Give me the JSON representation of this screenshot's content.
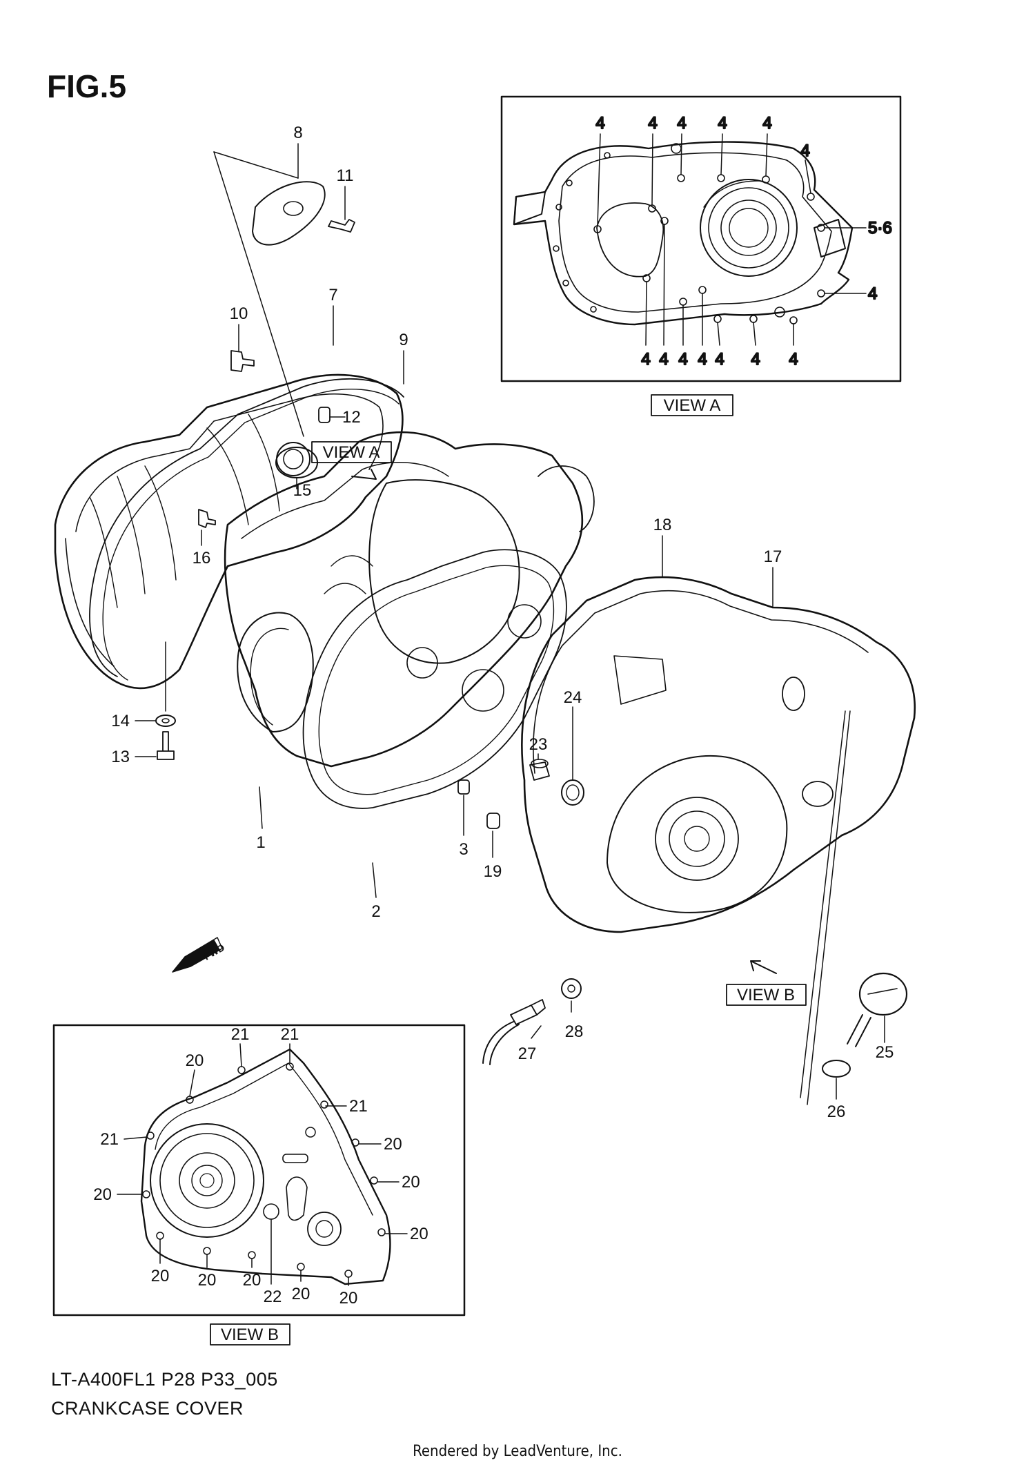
{
  "figure": {
    "title": "FIG.5"
  },
  "footer": {
    "model_code": "LT-A400FL1 P28 P33_005",
    "section_name": "CRANKCASE COVER"
  },
  "credit": "Rendered by LeadVenture, Inc.",
  "view_labels": {
    "main_a": "VIEW A",
    "box_a": "VIEW A",
    "main_b": "VIEW B",
    "box_b": "VIEW B"
  },
  "fwd_label": "FWD",
  "callouts": {
    "n1": "1",
    "n2": "2",
    "n3": "3",
    "n7": "7",
    "n8": "8",
    "n9": "9",
    "n10": "10",
    "n11": "11",
    "n12": "12",
    "n13": "13",
    "n14": "14",
    "n15": "15",
    "n16": "16",
    "n17": "17",
    "n18": "18",
    "n19": "19",
    "n23": "23",
    "n24": "24",
    "n25": "25",
    "n26": "26",
    "n27": "27",
    "n28": "28"
  },
  "view_a_callouts": {
    "top": [
      "4",
      "4",
      "4",
      "4",
      "4",
      "4"
    ],
    "bottom": [
      "4",
      "4",
      "4",
      "4",
      "4",
      "4",
      "4"
    ],
    "right": [
      "5·6",
      "4"
    ]
  },
  "view_b_callouts": {
    "c1": "21",
    "c2": "21",
    "c3": "20",
    "c4": "21",
    "c5": "21",
    "c6": "20",
    "c7": "20",
    "c8": "20",
    "c9": "20",
    "c10": "20",
    "c11": "20",
    "c12": "20",
    "c13": "22",
    "c14": "20",
    "c15": "20"
  }
}
